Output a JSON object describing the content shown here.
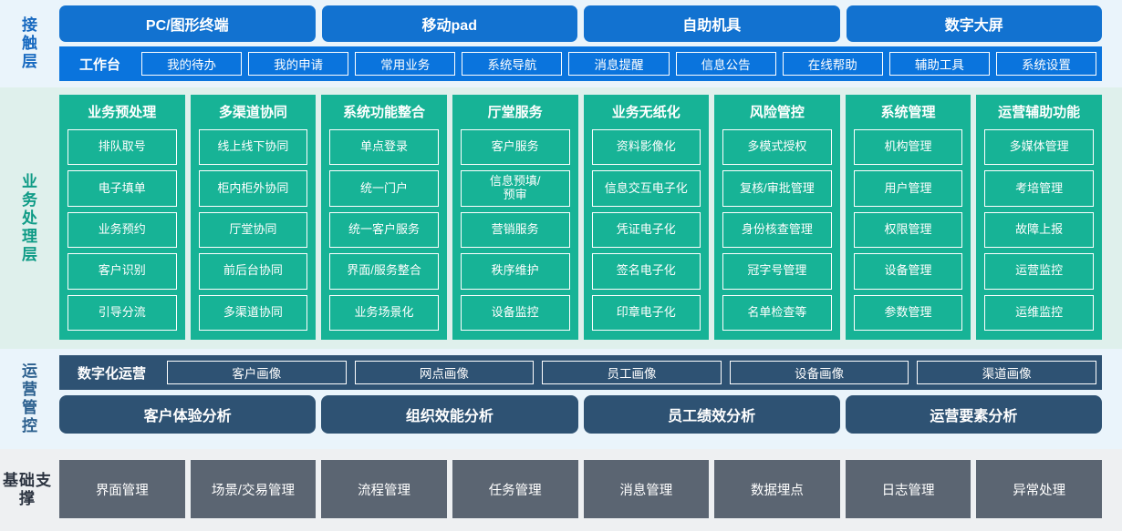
{
  "colors": {
    "access_bg": "#eaf4fb",
    "access_chip": "#1272d0",
    "access_bar": "#0a74dd",
    "access_label": "#1769c0",
    "biz_bg": "#dff0ec",
    "biz_card": "#17b396",
    "biz_label": "#0f9b86",
    "ops_bg": "#eaf4fb",
    "ops_card": "#2e5273",
    "ops_label": "#2b5f8e",
    "base_bg": "#eef0f2",
    "base_chip": "#5b6572",
    "base_label": "#2b3340"
  },
  "bands": {
    "access": {
      "label": "接触层",
      "channels": [
        "PC/图形终端",
        "移动pad",
        "自助机具",
        "数字大屏"
      ],
      "workbench_title": "工作台",
      "workbench_items": [
        "我的待办",
        "我的申请",
        "常用业务",
        "系统导航",
        "消息提醒",
        "信息公告",
        "在线帮助",
        "辅助工具",
        "系统设置"
      ]
    },
    "business": {
      "label": "业务处理层",
      "columns": [
        {
          "title": "业务预处理",
          "items": [
            "排队取号",
            "电子填单",
            "业务预约",
            "客户识别",
            "引导分流"
          ]
        },
        {
          "title": "多渠道协同",
          "items": [
            "线上线下协同",
            "柜内柜外协同",
            "厅堂协同",
            "前后台协同",
            "多渠道协同"
          ]
        },
        {
          "title": "系统功能整合",
          "items": [
            "单点登录",
            "统一门户",
            "统一客户服务",
            "界面/服务整合",
            "业务场景化"
          ]
        },
        {
          "title": "厅堂服务",
          "items": [
            "客户服务",
            "信息预填/\n预审",
            "营销服务",
            "秩序维护",
            "设备监控"
          ]
        },
        {
          "title": "业务无纸化",
          "items": [
            "资料影像化",
            "信息交互电子化",
            "凭证电子化",
            "签名电子化",
            "印章电子化"
          ]
        },
        {
          "title": "风险管控",
          "items": [
            "多模式授权",
            "复核/审批管理",
            "身份核查管理",
            "冠字号管理",
            "名单检查等"
          ]
        },
        {
          "title": "系统管理",
          "items": [
            "机构管理",
            "用户管理",
            "权限管理",
            "设备管理",
            "参数管理"
          ]
        },
        {
          "title": "运营辅助功能",
          "items": [
            "多媒体管理",
            "考培管理",
            "故障上报",
            "运营监控",
            "运维监控"
          ]
        }
      ]
    },
    "operations": {
      "label": "运营管控",
      "portrait_title": "数字化运营",
      "portrait_items": [
        "客户画像",
        "网点画像",
        "员工画像",
        "设备画像",
        "渠道画像"
      ],
      "analysis_items": [
        "客户体验分析",
        "组织效能分析",
        "员工绩效分析",
        "运营要素分析"
      ]
    },
    "foundation": {
      "label": "基础支撑",
      "items": [
        "界面管理",
        "场景/交易管理",
        "流程管理",
        "任务管理",
        "消息管理",
        "数据埋点",
        "日志管理",
        "异常处理"
      ]
    }
  }
}
